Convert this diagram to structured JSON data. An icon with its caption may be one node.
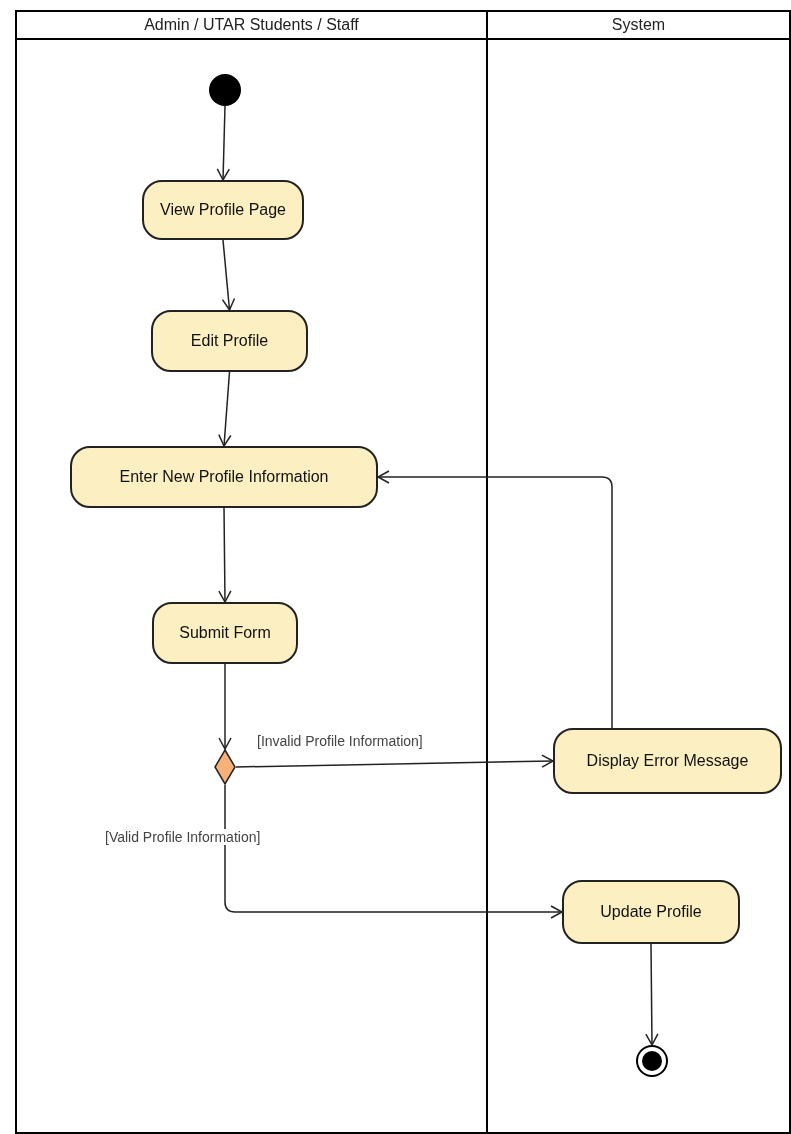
{
  "diagram": {
    "nodes": [
      {
        "text": [
          "Admin / UTAR Students / Staff"
        ]
      },
      {
        "text": [
          "System"
        ]
      },
      {
        "text": [],
        "shape": "circle",
        "in": 0
      },
      {
        "text": [
          "View Profile Page"
        ],
        "in": 0
      },
      {
        "text": [
          "Edit Profile"
        ],
        "in": 0
      },
      {
        "text": [
          "Enter New Profile Information"
        ],
        "in": 0
      },
      {
        "text": [
          "Submit Form"
        ],
        "in": 0
      },
      {
        "text": [],
        "shape": "diamond",
        "in": 0
      },
      {
        "text": [
          "Display Error Message"
        ],
        "in": 1
      },
      {
        "text": [
          "Update Profile"
        ],
        "in": 1
      },
      {
        "text": [],
        "shape": "circle",
        "in": 1
      }
    ],
    "edges": [
      {
        "from": 2,
        "to": 3,
        "arrow": "to"
      },
      {
        "from": 3,
        "to": 4,
        "arrow": "to"
      },
      {
        "from": 4,
        "to": 5,
        "arrow": "to"
      },
      {
        "from": 5,
        "to": 6,
        "arrow": "to"
      },
      {
        "from": 6,
        "to": 7,
        "arrow": "to"
      },
      {
        "from": 7,
        "to": 8,
        "arrow": "to",
        "label": "[Invalid Profile Information]"
      },
      {
        "from": 8,
        "to": 5,
        "arrow": "to"
      },
      {
        "from": 7,
        "to": 9,
        "arrow": "to",
        "label": "[Valid Profile Information]"
      },
      {
        "from": 9,
        "to": 10,
        "arrow": "to"
      }
    ]
  }
}
